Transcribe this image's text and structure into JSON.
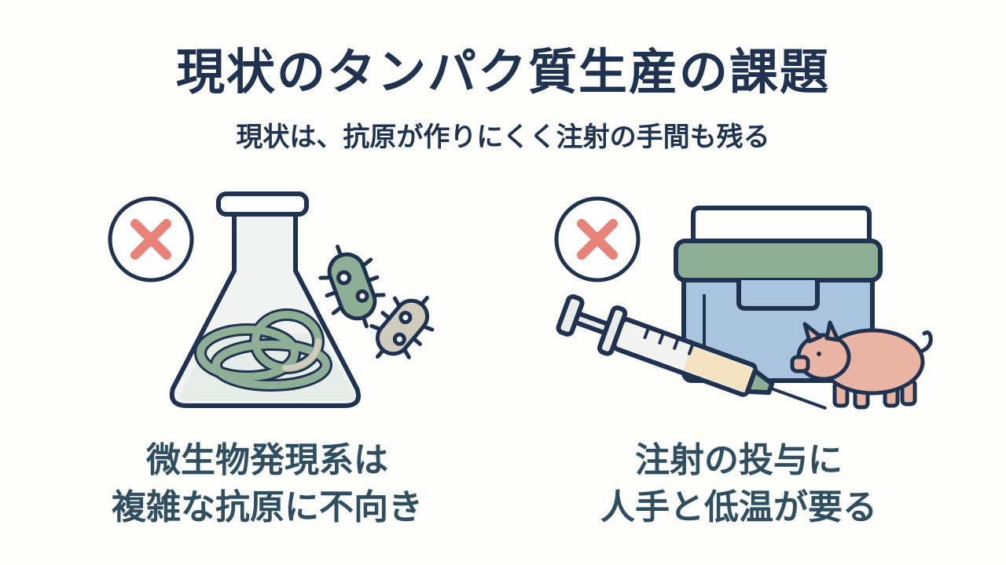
{
  "header": {
    "title": "現状のタンパク質生産の課題",
    "subtitle": "現状は、抗原が作りにくく注射の手間も残る"
  },
  "panels": [
    {
      "icons": [
        "x-mark-icon",
        "flask-icon",
        "tangled-protein-icon",
        "bacteria-icon"
      ],
      "caption_lines": [
        "微生物発現系は",
        "複雑な抗原に不向き"
      ]
    },
    {
      "icons": [
        "x-mark-icon",
        "cooler-box-icon",
        "syringe-icon",
        "pig-icon"
      ],
      "caption_lines": [
        "注射の投与に",
        "人手と低温が要る"
      ]
    }
  ],
  "colors": {
    "outline": "#1f3350",
    "cross": "#e9837a",
    "green": "#8fae96",
    "blue": "#a9c4dc",
    "pig": "#e9b4a4",
    "beige": "#f4e3c0"
  }
}
